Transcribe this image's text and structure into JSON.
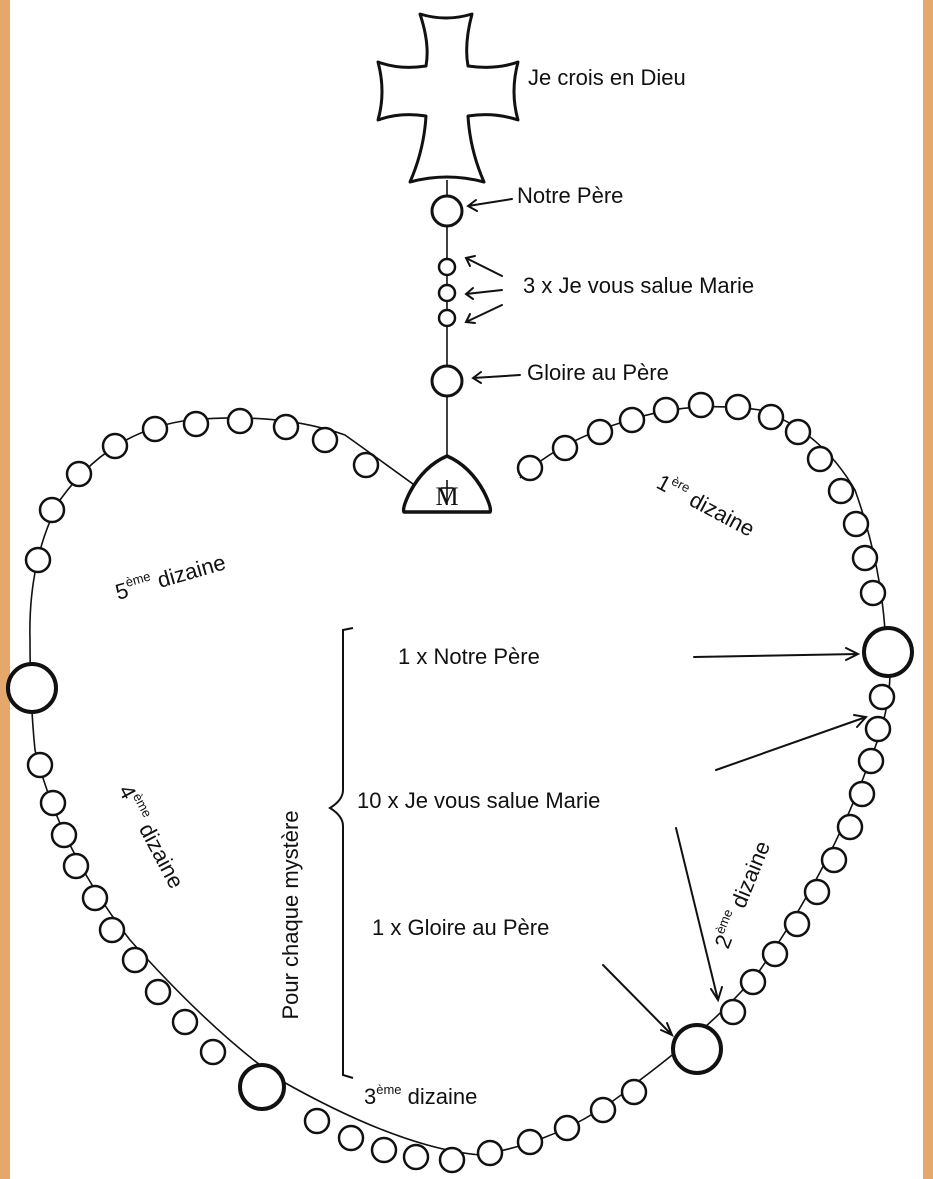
{
  "colors": {
    "frame": "#e5a86c",
    "ink": "#111111",
    "paper": "#ffffff"
  },
  "icons": {
    "cross": "cross-icon",
    "medal": "miraculous-medal-icon"
  },
  "medal_monogram": "M",
  "labels": {
    "creed": "Je crois en Dieu",
    "our_father": "Notre Père",
    "three_hail_marys": "3 x Je vous salue Marie",
    "glory_be": "Gloire au Père"
  },
  "decades": {
    "first": {
      "number": "1",
      "suffix": "ère",
      "word": "dizaine"
    },
    "second": {
      "number": "2",
      "suffix": "ème",
      "word": "dizaine"
    },
    "third": {
      "number": "3",
      "suffix": "ème",
      "word": "dizaine"
    },
    "fourth": {
      "number": "4",
      "suffix": "ème",
      "word": "dizaine"
    },
    "fifth": {
      "number": "5",
      "suffix": "ème",
      "word": "dizaine"
    }
  },
  "mystery": {
    "heading": "Pour chaque mystère",
    "items": [
      "1 x Notre Père",
      "10 x Je vous salue Marie",
      "1 x Gloire au Père"
    ]
  }
}
